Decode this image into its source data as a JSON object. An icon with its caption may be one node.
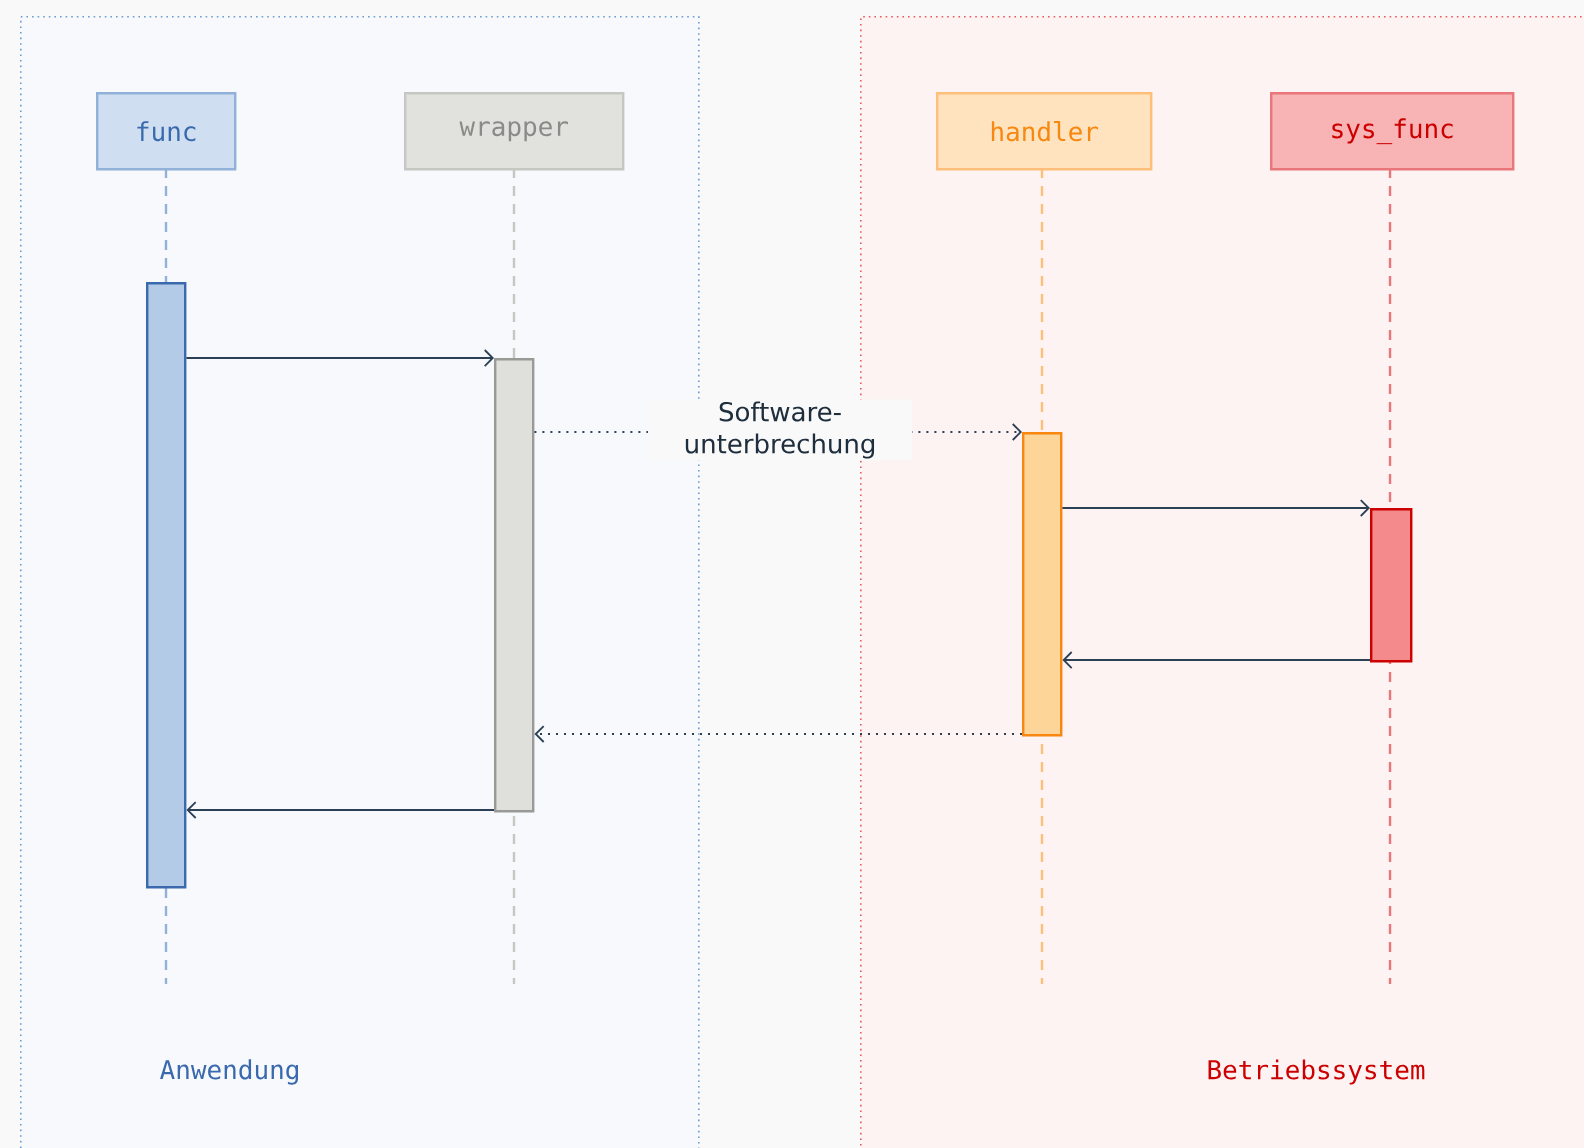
{
  "diagram": {
    "nodes": [
      {
        "text": [
          "Anwendung"
        ]
      },
      {
        "text": [
          "func"
        ],
        "in": 0
      },
      {
        "text": [
          "wrapper"
        ],
        "in": 0
      },
      {
        "text": [
          "Betriebssystem"
        ]
      },
      {
        "text": [
          "handler"
        ],
        "in": 3
      },
      {
        "text": [
          "sys_func"
        ],
        "in": 3
      },
      {
        "text": [],
        "shape": "bar",
        "in": 0
      },
      {
        "text": [],
        "shape": "bar",
        "in": 0
      },
      {
        "text": [],
        "shape": "bar",
        "in": 3
      },
      {
        "text": [],
        "shape": "bar",
        "in": 3
      }
    ],
    "edges": [
      {
        "from": 6,
        "to": 7,
        "arrow": "to"
      },
      {
        "from": 7,
        "to": 8,
        "arrow": "to",
        "style": "dashed",
        "label": "Software- unterbrechung"
      },
      {
        "from": 8,
        "to": 9,
        "arrow": "to"
      },
      {
        "from": 9,
        "to": 8,
        "arrow": "to"
      },
      {
        "from": 8,
        "to": 7,
        "arrow": "to",
        "style": "dashed"
      },
      {
        "from": 7,
        "to": 6,
        "arrow": "to"
      }
    ]
  }
}
